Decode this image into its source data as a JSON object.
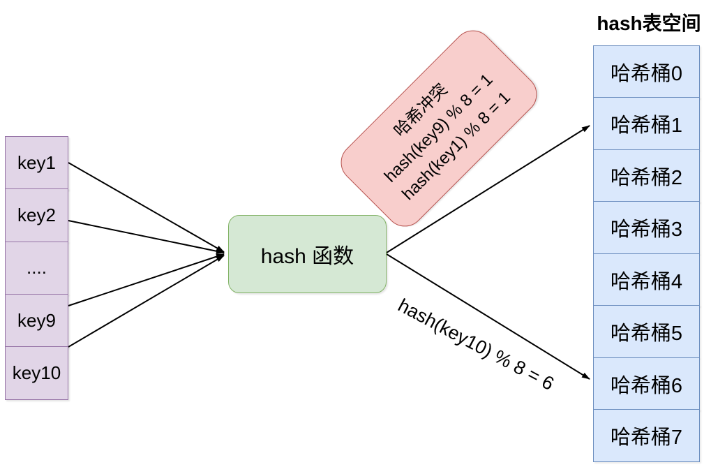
{
  "diagram": {
    "background_color": "#ffffff",
    "keys": {
      "items": [
        "key1",
        "key2",
        "....",
        "key9",
        "key10"
      ],
      "fill_color": "#E1D5E7",
      "stroke_color": "#9673A6"
    },
    "hash_function": {
      "label": "hash 函数",
      "fill_color": "#D5E8D4",
      "stroke_color": "#82B366"
    },
    "collision_note": {
      "lines": [
        "哈希冲突",
        "hash(key9) % 8 = 1",
        "hash(key1) % 8 = 1"
      ],
      "fill_color": "#F8CECC",
      "stroke_color": "#B85450"
    },
    "hash_table": {
      "title": "hash表空间",
      "buckets": [
        "哈希桶0",
        "哈希桶1",
        "哈希桶2",
        "哈希桶3",
        "哈希桶4",
        "哈希桶5",
        "哈希桶6",
        "哈希桶7"
      ],
      "fill_color": "#DAE8FC",
      "stroke_color": "#6C8EBF"
    },
    "edge_label": "hash(key10) % 8 = 6",
    "arrow_color": "#000000"
  }
}
